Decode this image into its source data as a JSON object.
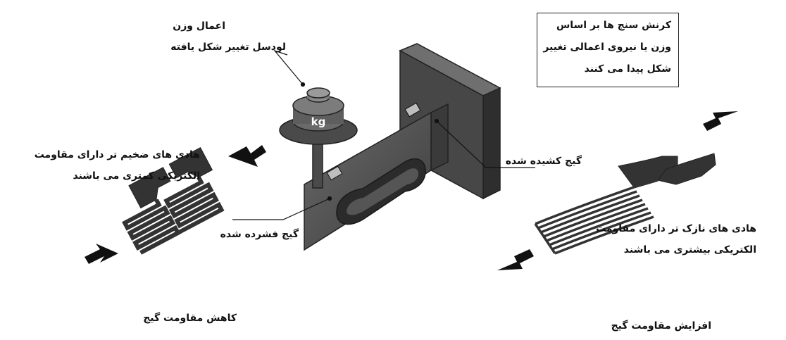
{
  "labels": {
    "apply_weight": "اعمال وزن",
    "loadcell_deformed": "لودسل تغییر شکل یافته",
    "weight_unit": "kg",
    "thick_leads_line1": "هادی های ضخیم تر دارای مقاومت",
    "thick_leads_line2": "الکتریکی کمتری می باشند",
    "gauge_compressed": "گیج فشرده شده",
    "gauge_stretched": "گیج کشیده شده",
    "thin_leads_line1": "هادی  های نازک تر دارای مقاومت",
    "thin_leads_line2": "الکتریکی بیشتری می باشند",
    "gauge_resistance_decrease": "کاهش مقاومت گیج",
    "gauge_resistance_increase": "افزایش مقاومت گیج"
  },
  "info_box": {
    "line1": "کرنش سنج ها بر اساس",
    "line2": "وزن یا نیروی اعمالی تغییر",
    "line3": "شکل پیدا می کنند"
  },
  "colors": {
    "metal_dark": "#3a3a3a",
    "metal_mid": "#555555",
    "metal_light": "#6e6e6e",
    "arrow": "#111111"
  }
}
